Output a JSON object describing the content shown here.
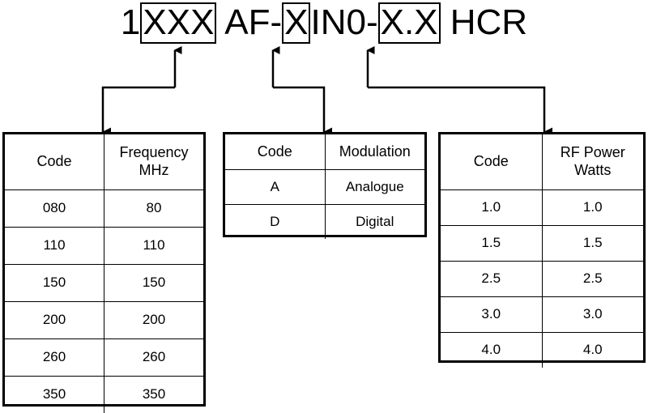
{
  "part_number": {
    "prefix": "1",
    "box_frequency": "XXX",
    "mid_1": " AF-",
    "box_modulation": "X",
    "mid_2": "IN0-",
    "box_power": "X.X",
    "suffix": " HCR",
    "full": "1XXX AF-XIN0-X.X HCR"
  },
  "tables": {
    "frequency": {
      "name": "frequency-table",
      "headers": [
        "Code",
        "Frequency\nMHz"
      ],
      "header_code": "Code",
      "header_value_line1": "Frequency",
      "header_value_line2": "MHz",
      "rows": [
        {
          "code": "080",
          "value": "80"
        },
        {
          "code": "110",
          "value": "110"
        },
        {
          "code": "150",
          "value": "150"
        },
        {
          "code": "200",
          "value": "200"
        },
        {
          "code": "260",
          "value": "260"
        },
        {
          "code": "350",
          "value": "350"
        }
      ]
    },
    "modulation": {
      "name": "modulation-table",
      "header_code": "Code",
      "header_value": "Modulation",
      "rows": [
        {
          "code": "A",
          "value": "Analogue"
        },
        {
          "code": "D",
          "value": "Digital"
        }
      ]
    },
    "rfpower": {
      "name": "rf-power-table",
      "header_code": "Code",
      "header_value_line1": "RF Power",
      "header_value_line2": "Watts",
      "rows": [
        {
          "code": "1.0",
          "value": "1.0"
        },
        {
          "code": "1.5",
          "value": "1.5"
        },
        {
          "code": "2.5",
          "value": "2.5"
        },
        {
          "code": "3.0",
          "value": "3.0"
        },
        {
          "code": "4.0",
          "value": "4.0"
        }
      ]
    }
  },
  "colors": {
    "line": "#000000",
    "background": "#ffffff",
    "text": "#000000"
  }
}
